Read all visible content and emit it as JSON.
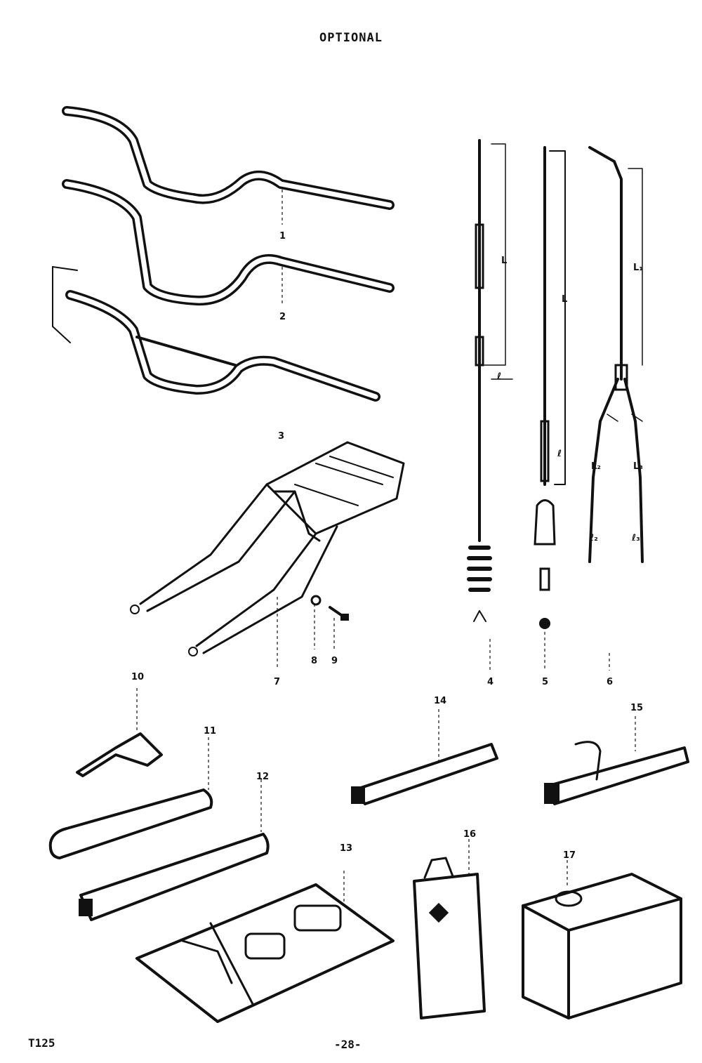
{
  "header": {
    "title": "OPTIONAL"
  },
  "footer": {
    "model": "T125",
    "page_number": "-28-"
  },
  "cable_dimension_labels": [
    "L",
    "ℓ",
    "L",
    "ℓ",
    "L₁",
    "L₂",
    "L₃",
    "ℓ₂",
    "ℓ₃"
  ],
  "parts": [
    {
      "ref": "1",
      "icon": "handlebar-icon"
    },
    {
      "ref": "2",
      "icon": "handlebar-icon"
    },
    {
      "ref": "3",
      "icon": "braced-handlebar-icon"
    },
    {
      "ref": "4",
      "icon": "cable-icon"
    },
    {
      "ref": "5",
      "icon": "cable-icon"
    },
    {
      "ref": "6",
      "icon": "split-cable-icon"
    },
    {
      "ref": "7",
      "icon": "luggage-carrier-icon"
    },
    {
      "ref": "8",
      "icon": "washer-icon"
    },
    {
      "ref": "9",
      "icon": "bolt-icon"
    },
    {
      "ref": "10",
      "icon": "t-wrench-icon"
    },
    {
      "ref": "11",
      "icon": "tool-bag-icon"
    },
    {
      "ref": "12",
      "icon": "tire-pump-icon"
    },
    {
      "ref": "13",
      "icon": "tool-kit-icon"
    },
    {
      "ref": "14",
      "icon": "throttle-grip-icon"
    },
    {
      "ref": "15",
      "icon": "throttle-grip-icon"
    },
    {
      "ref": "16",
      "icon": "oil-can-icon"
    },
    {
      "ref": "17",
      "icon": "oil-tin-icon"
    }
  ]
}
